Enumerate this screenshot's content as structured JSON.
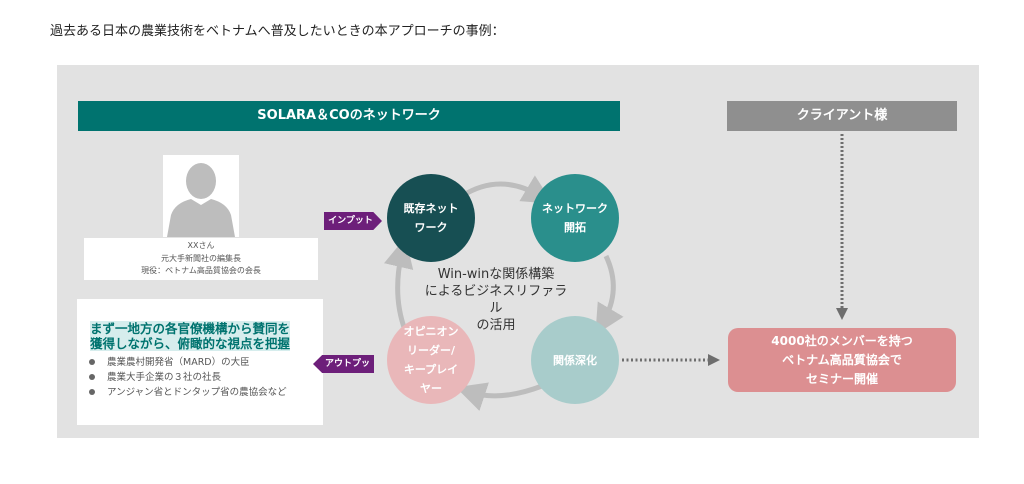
{
  "heading": "過去ある日本の農業技術をベトナムへ普及したいときの本アプローチの事例：",
  "network_header": "SOLARA＆COのネットワーク",
  "client_header": "クライアント様",
  "person": {
    "name": "XXさん",
    "former_role": "元大手新聞社の編集長",
    "current_role": "現役：ベトナム高品質協会の会長"
  },
  "info": {
    "title_line1": "まず一地方の各官僚機構から賛同を",
    "title_line2": "獲得しながら、俯瞰的な視点を把握",
    "items": [
      "農業農村開発省（MARD）の大臣",
      "農業大手企業の３社の社長",
      "アンジャン省とドンタップ省の農協会など"
    ]
  },
  "tags": {
    "input": "インプット",
    "output": "アウトプット"
  },
  "cycle": {
    "nodes": [
      {
        "label": "既存ネット\nワーク",
        "color": "#174f53"
      },
      {
        "label": "ネットワーク\n開拓",
        "color": "#2a8f8c"
      },
      {
        "label": "関係深化",
        "color": "#a8cccb"
      },
      {
        "label": "オピニオン\nリーダー/\nキープレイ\nヤー",
        "color": "#e9b7b9"
      }
    ],
    "center": "Win-winな関係構築\nによるビジネスリファラル\nの活用"
  },
  "seminar": "4000社のメンバーを持つ\nベトナム高品質協会で\nセミナー開催",
  "colors": {
    "teal": "#00736f",
    "purple": "#6d1f7a",
    "client_gray": "#8f8f8f",
    "seminar_pink": "#dc8f91",
    "panel": "#e2e2e2"
  }
}
